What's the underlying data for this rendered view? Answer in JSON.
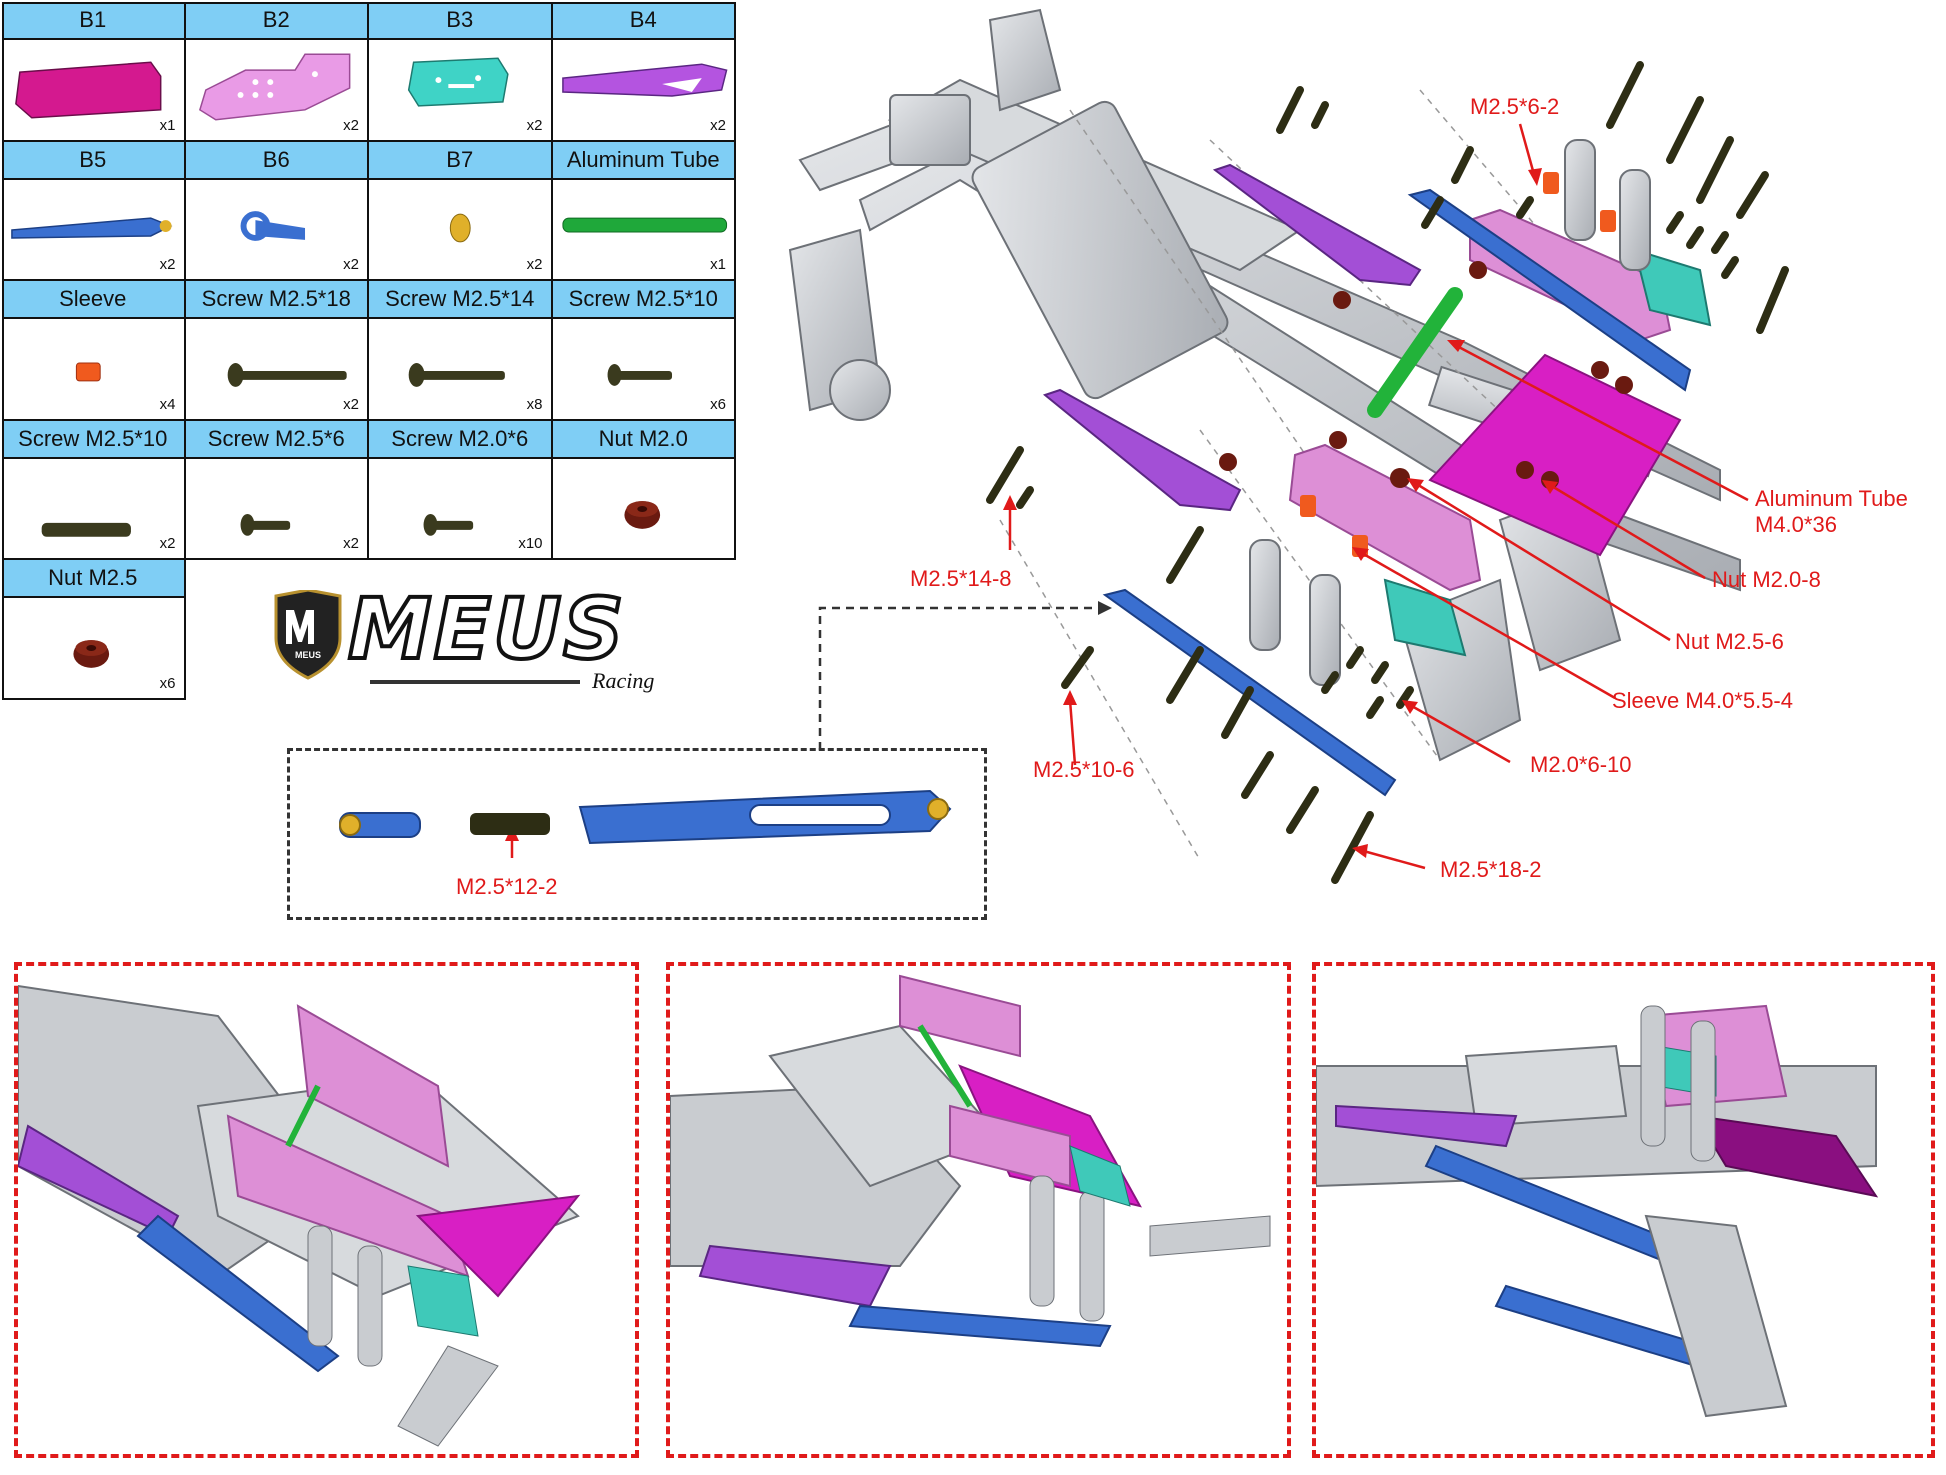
{
  "parts": [
    {
      "name": "B1",
      "qty": "x1",
      "color": "#d4198f",
      "shape": "plate"
    },
    {
      "name": "B2",
      "qty": "x2",
      "color": "#e99be6",
      "shape": "holed-plate"
    },
    {
      "name": "B3",
      "qty": "x2",
      "color": "#3fd3c6",
      "shape": "small-plate"
    },
    {
      "name": "B4",
      "qty": "x2",
      "color": "#b454e0",
      "shape": "bracket"
    },
    {
      "name": "B5",
      "qty": "x2",
      "color": "#3a6fd0",
      "shape": "link"
    },
    {
      "name": "B6",
      "qty": "x2",
      "color": "#3a6fd0",
      "shape": "rod-end"
    },
    {
      "name": "B7",
      "qty": "x2",
      "color": "#e0b02a",
      "shape": "ball"
    },
    {
      "name": "Aluminum Tube",
      "qty": "x1",
      "color": "#1fa83a",
      "shape": "tube"
    },
    {
      "name": "Sleeve",
      "qty": "x4",
      "color": "#f05a1e",
      "shape": "sleeve"
    },
    {
      "name": "Screw M2.5*18",
      "qty": "x2",
      "color": "#3a3a1e",
      "shape": "screw-long"
    },
    {
      "name": "Screw M2.5*14",
      "qty": "x8",
      "color": "#3a3a1e",
      "shape": "screw-med"
    },
    {
      "name": "Screw M2.5*10",
      "qty": "x6",
      "color": "#3a3a1e",
      "shape": "screw-short"
    },
    {
      "name": "Screw M2.5*10",
      "qty": "x2",
      "color": "#3a3a1e",
      "shape": "grub"
    },
    {
      "name": "Screw M2.5*6",
      "qty": "x2",
      "color": "#3a3a1e",
      "shape": "screw-tiny"
    },
    {
      "name": "Screw M2.0*6",
      "qty": "x10",
      "color": "#3a3a1e",
      "shape": "screw-tiny"
    },
    {
      "name": "Nut M2.0",
      "qty": "",
      "color": "#6a1a10",
      "shape": "nut"
    },
    {
      "name": "Nut M2.5",
      "qty": "x6",
      "color": "#6a1a10",
      "shape": "nut"
    }
  ],
  "brand": {
    "name": "MEUS",
    "sub": "Racing",
    "badge": "MEUS"
  },
  "callouts": {
    "m25_6": "M2.5*6-2",
    "tube": "Aluminum Tube",
    "tube_size": "M4.0*36",
    "nut20": "Nut M2.0-8",
    "nut25": "Nut M2.5-6",
    "sleeve": "Sleeve M4.0*5.5-4",
    "m20": "M2.0*6-10",
    "m25_18": "M2.5*18-2",
    "m25_14": "M2.5*14-8",
    "m25_10": "M2.5*10-6",
    "m25_12": "M2.5*12-2"
  },
  "colors": {
    "accent_red": "#e01a1a",
    "header_blue": "#7fcef5",
    "frame_gray": "#c9ccd0"
  }
}
